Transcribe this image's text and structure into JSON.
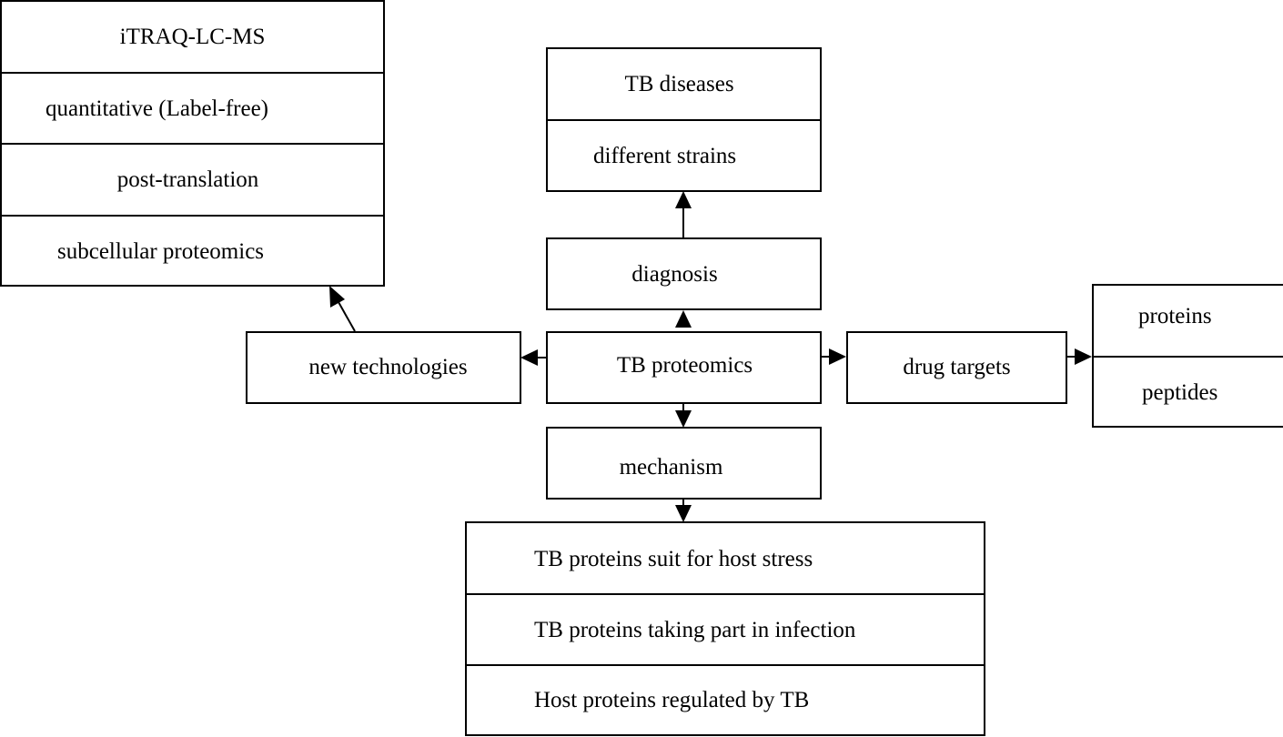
{
  "diagram": {
    "technologies_box": {
      "items": [
        "iTRAQ-LC-MS",
        "quantitative (Label-free)",
        "post-translation",
        "subcellular proteomics"
      ]
    },
    "diagnosis_targets_box": {
      "items": [
        "TB diseases",
        "different strains"
      ]
    },
    "diagnosis_node": {
      "label": "diagnosis"
    },
    "center_node": {
      "label": "TB proteomics"
    },
    "new_technologies_node": {
      "label": "new technologies"
    },
    "drug_targets_node": {
      "label": "drug targets"
    },
    "drug_targets_box": {
      "items": [
        "proteins",
        "peptides"
      ]
    },
    "mechanism_node": {
      "label": "mechanism"
    },
    "mechanism_box": {
      "items": [
        "TB proteins suit for host stress",
        "TB proteins taking part in infection",
        "Host proteins regulated by TB"
      ]
    }
  }
}
